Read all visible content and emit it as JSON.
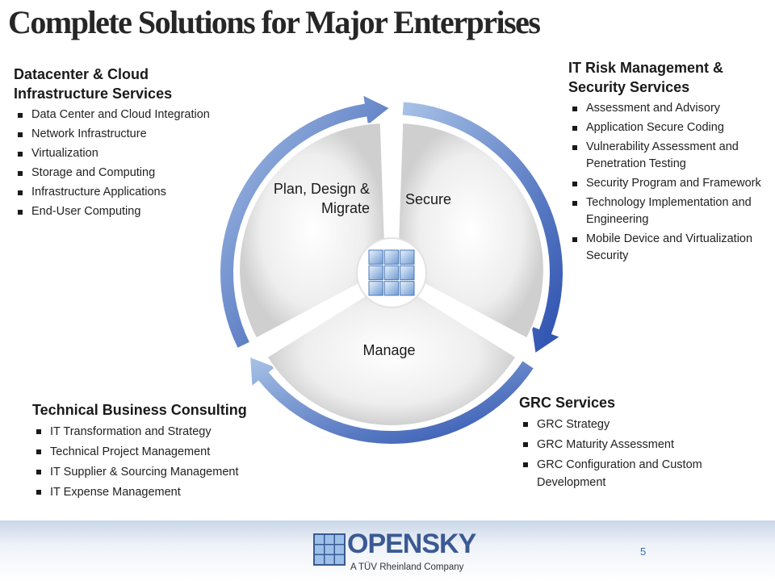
{
  "title": "Complete Solutions for Major Enterprises",
  "cycle": {
    "segments": [
      {
        "id": "plan",
        "label_lines": [
          "Plan, Design &",
          "Migrate"
        ]
      },
      {
        "id": "secure",
        "label_lines": [
          "Secure"
        ]
      },
      {
        "id": "manage",
        "label_lines": [
          "Manage"
        ]
      }
    ],
    "colors": {
      "arrow_light": "#8fb0dc",
      "arrow_dark": "#2a4fae",
      "segment_light": "#f4f4f4",
      "segment_dark": "#c8c8c8"
    }
  },
  "blocks": {
    "datacenter": {
      "heading_lines": [
        "Datacenter & Cloud",
        "Infrastructure Services"
      ],
      "items": [
        "Data Center and Cloud Integration",
        "Network Infrastructure",
        "Virtualization",
        "Storage and Computing",
        "Infrastructure Applications",
        "End-User Computing"
      ]
    },
    "it_risk": {
      "heading_lines": [
        "IT Risk Management &",
        "Security Services"
      ],
      "items": [
        "Assessment and Advisory",
        "Application Secure Coding",
        "Vulnerability Assessment and Penetration Testing",
        "Security Program and Framework",
        "Technology Implementation and Engineering",
        "Mobile Device and Virtualization Security"
      ]
    },
    "tech_consulting": {
      "heading_lines": [
        "Technical Business Consulting"
      ],
      "items": [
        "IT Transformation and Strategy",
        "Technical Project Management",
        "IT Supplier & Sourcing Management",
        "IT Expense Management"
      ]
    },
    "grc": {
      "heading_lines": [
        "GRC Services"
      ],
      "items": [
        "GRC Strategy",
        "GRC Maturity Assessment",
        "GRC Configuration and Custom Development"
      ]
    }
  },
  "footer": {
    "logo_word": "OPENSKY",
    "logo_tagline": "A TÜV Rheinland Company",
    "page_number": "5"
  }
}
